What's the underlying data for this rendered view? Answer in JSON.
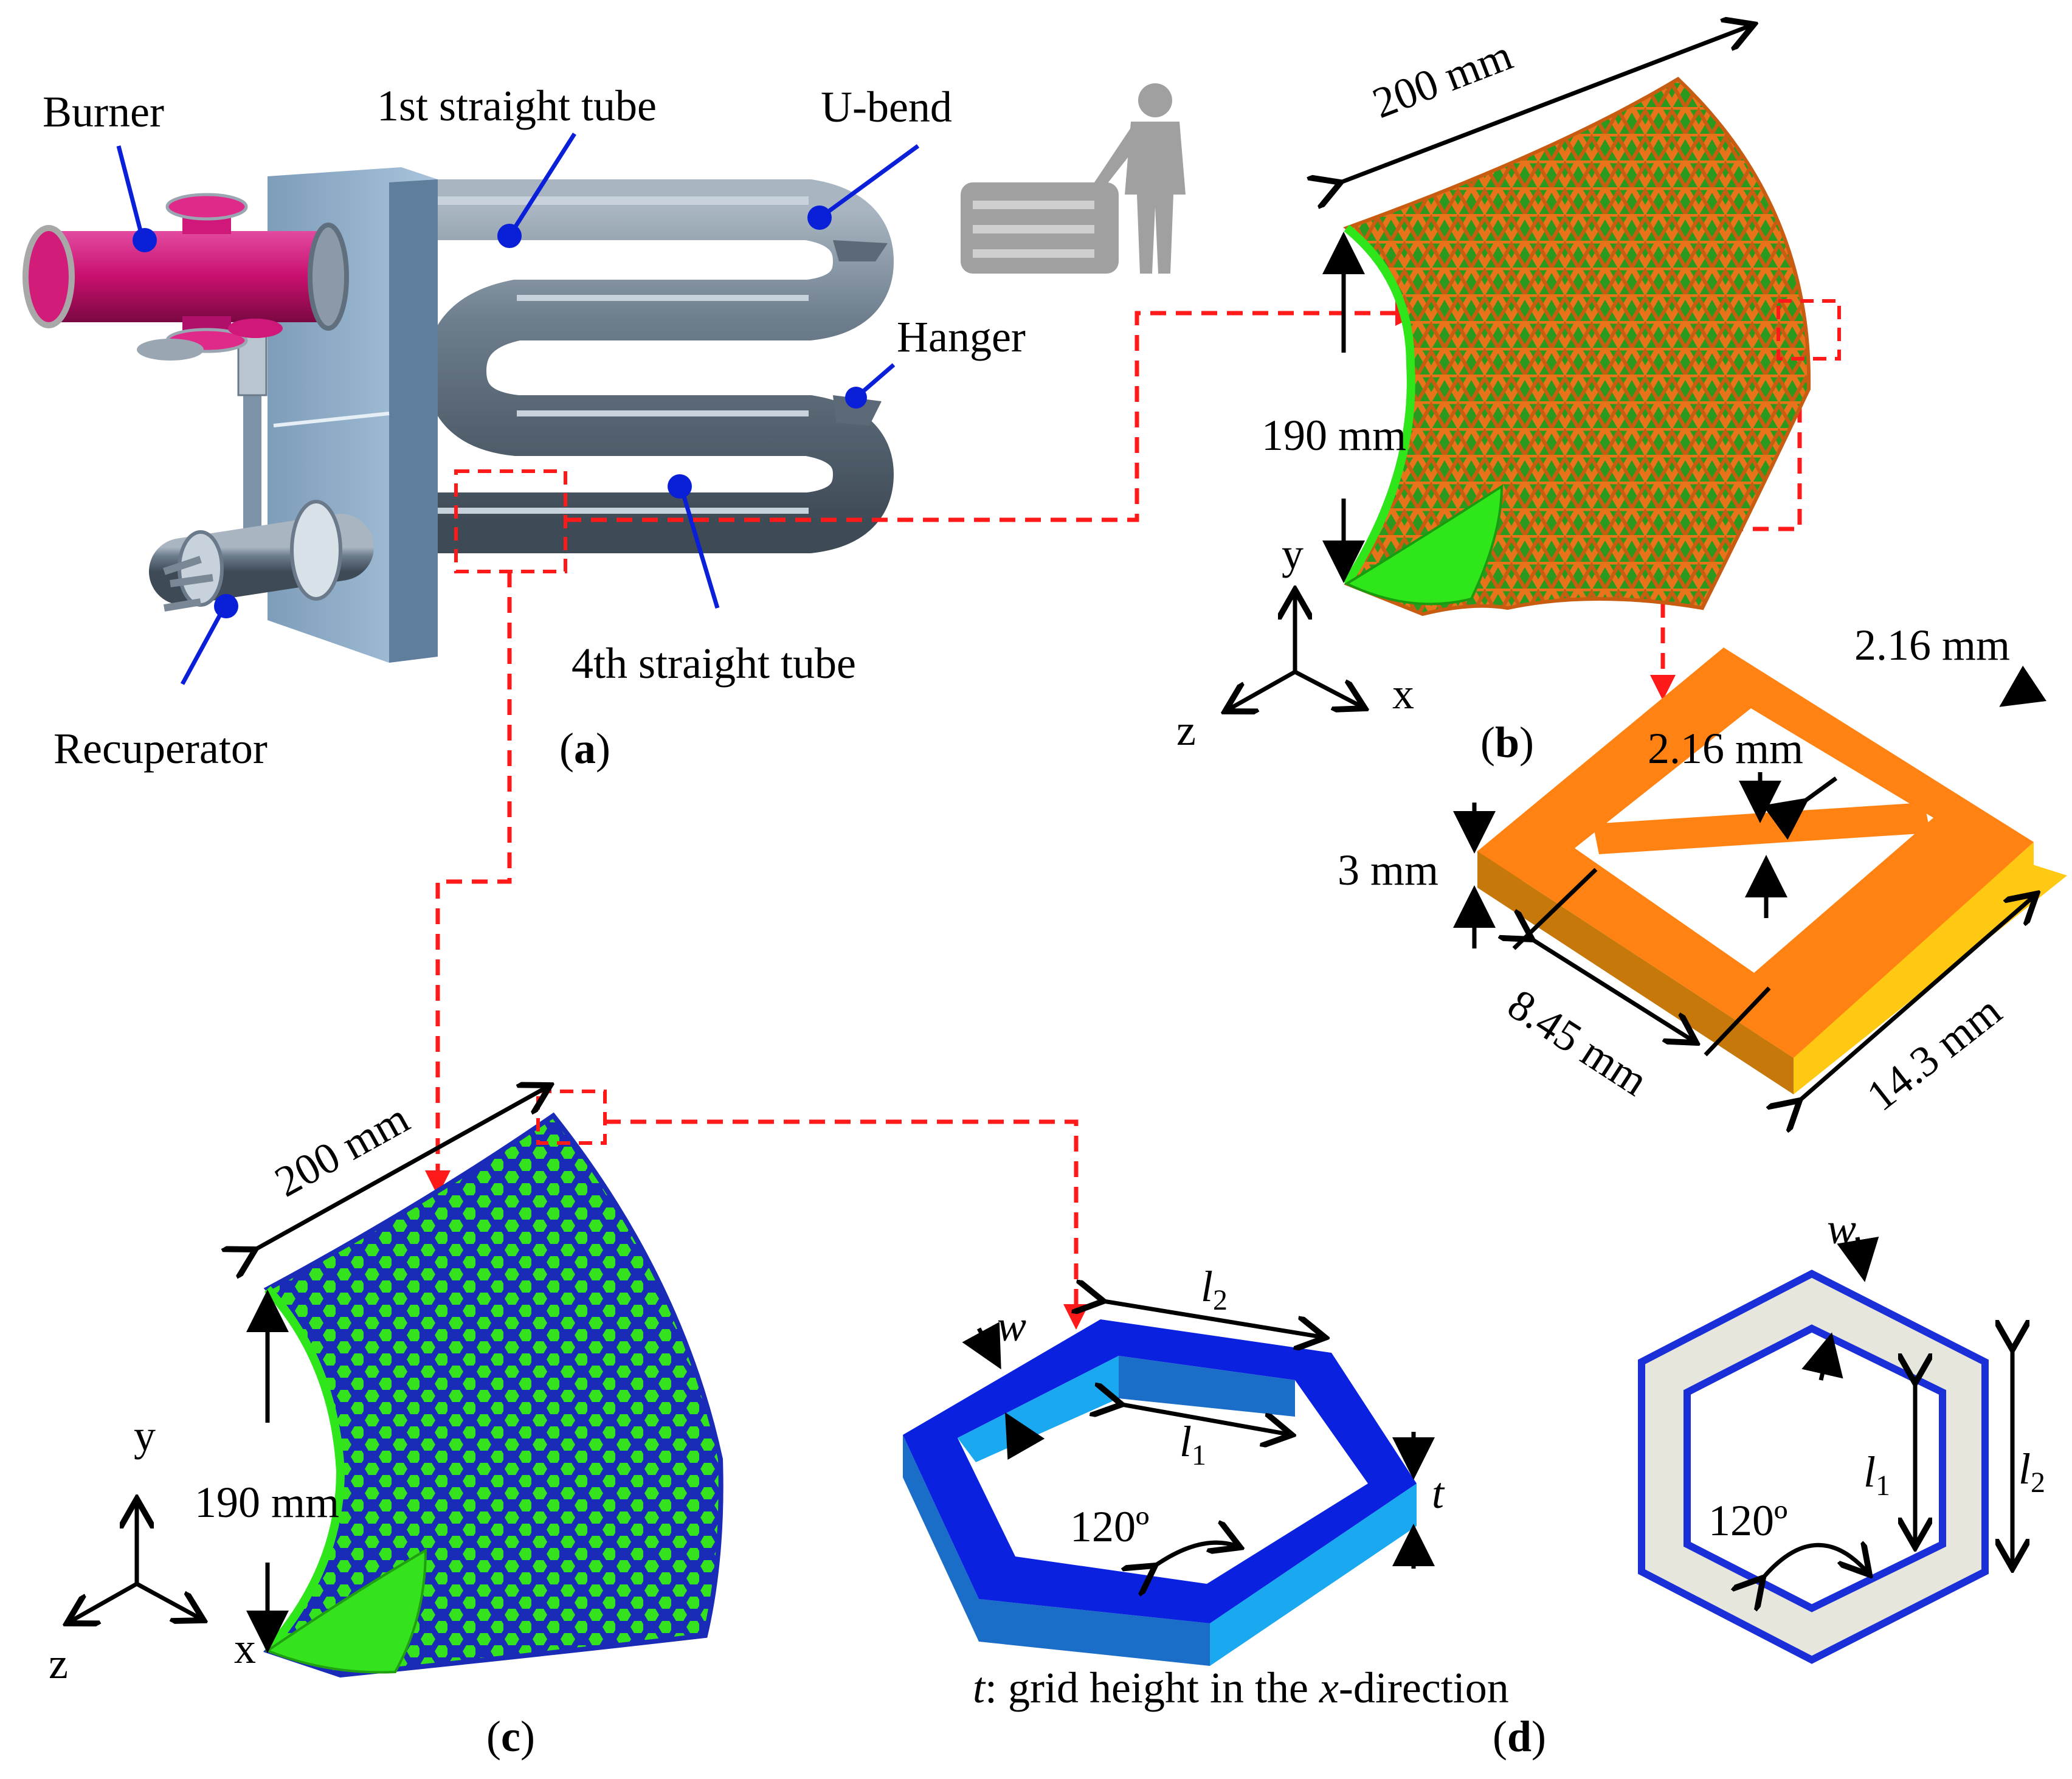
{
  "labels": {
    "burner": "Burner",
    "first_tube": "1st straight tube",
    "u_bend": "U-bend",
    "hanger": "Hanger",
    "fourth_tube": "4th straight tube",
    "recuperator": "Recuperator"
  },
  "captions": {
    "a": "a",
    "b": "b",
    "c": "c",
    "d": "d"
  },
  "panel_b": {
    "length": "200 mm",
    "height": "190 mm",
    "axis_y": "y",
    "axis_x": "x",
    "axis_z": "z",
    "rib_width_outer": "2.16 mm",
    "rib_width_inner": "2.16 mm",
    "thickness": "3 mm",
    "cell_width": "8.45 mm",
    "cell_length": "14.3 mm"
  },
  "panel_c": {
    "length": "200 mm",
    "height": "190 mm",
    "axis_y": "y",
    "axis_x": "x",
    "axis_z": "z",
    "label_w": "w",
    "label_l2": "l",
    "label_l2_sub": "2",
    "label_l1": "l",
    "label_l1_sub": "1",
    "label_t": "t",
    "angle": "120º",
    "note_t": "t",
    "note_rest": ": grid height in the ",
    "note_x": "x",
    "note_end": "-direction"
  },
  "panel_d": {
    "label_w": "w",
    "label_l1": "l",
    "label_l1_sub": "1",
    "label_l2": "l",
    "label_l2_sub": "2",
    "angle": "120º"
  },
  "colors": {
    "burner": "#c8106e",
    "tubes": "#5f6f7e",
    "plate": "#8fb0cc",
    "orange_grid": "#e8731a",
    "green_skin": "#2ee61a",
    "blue_grid": "#1a2fd8",
    "light_blue": "#1aa8f0",
    "leader_blue": "#0a1fd8",
    "dashed_red": "#ff1a1a"
  }
}
